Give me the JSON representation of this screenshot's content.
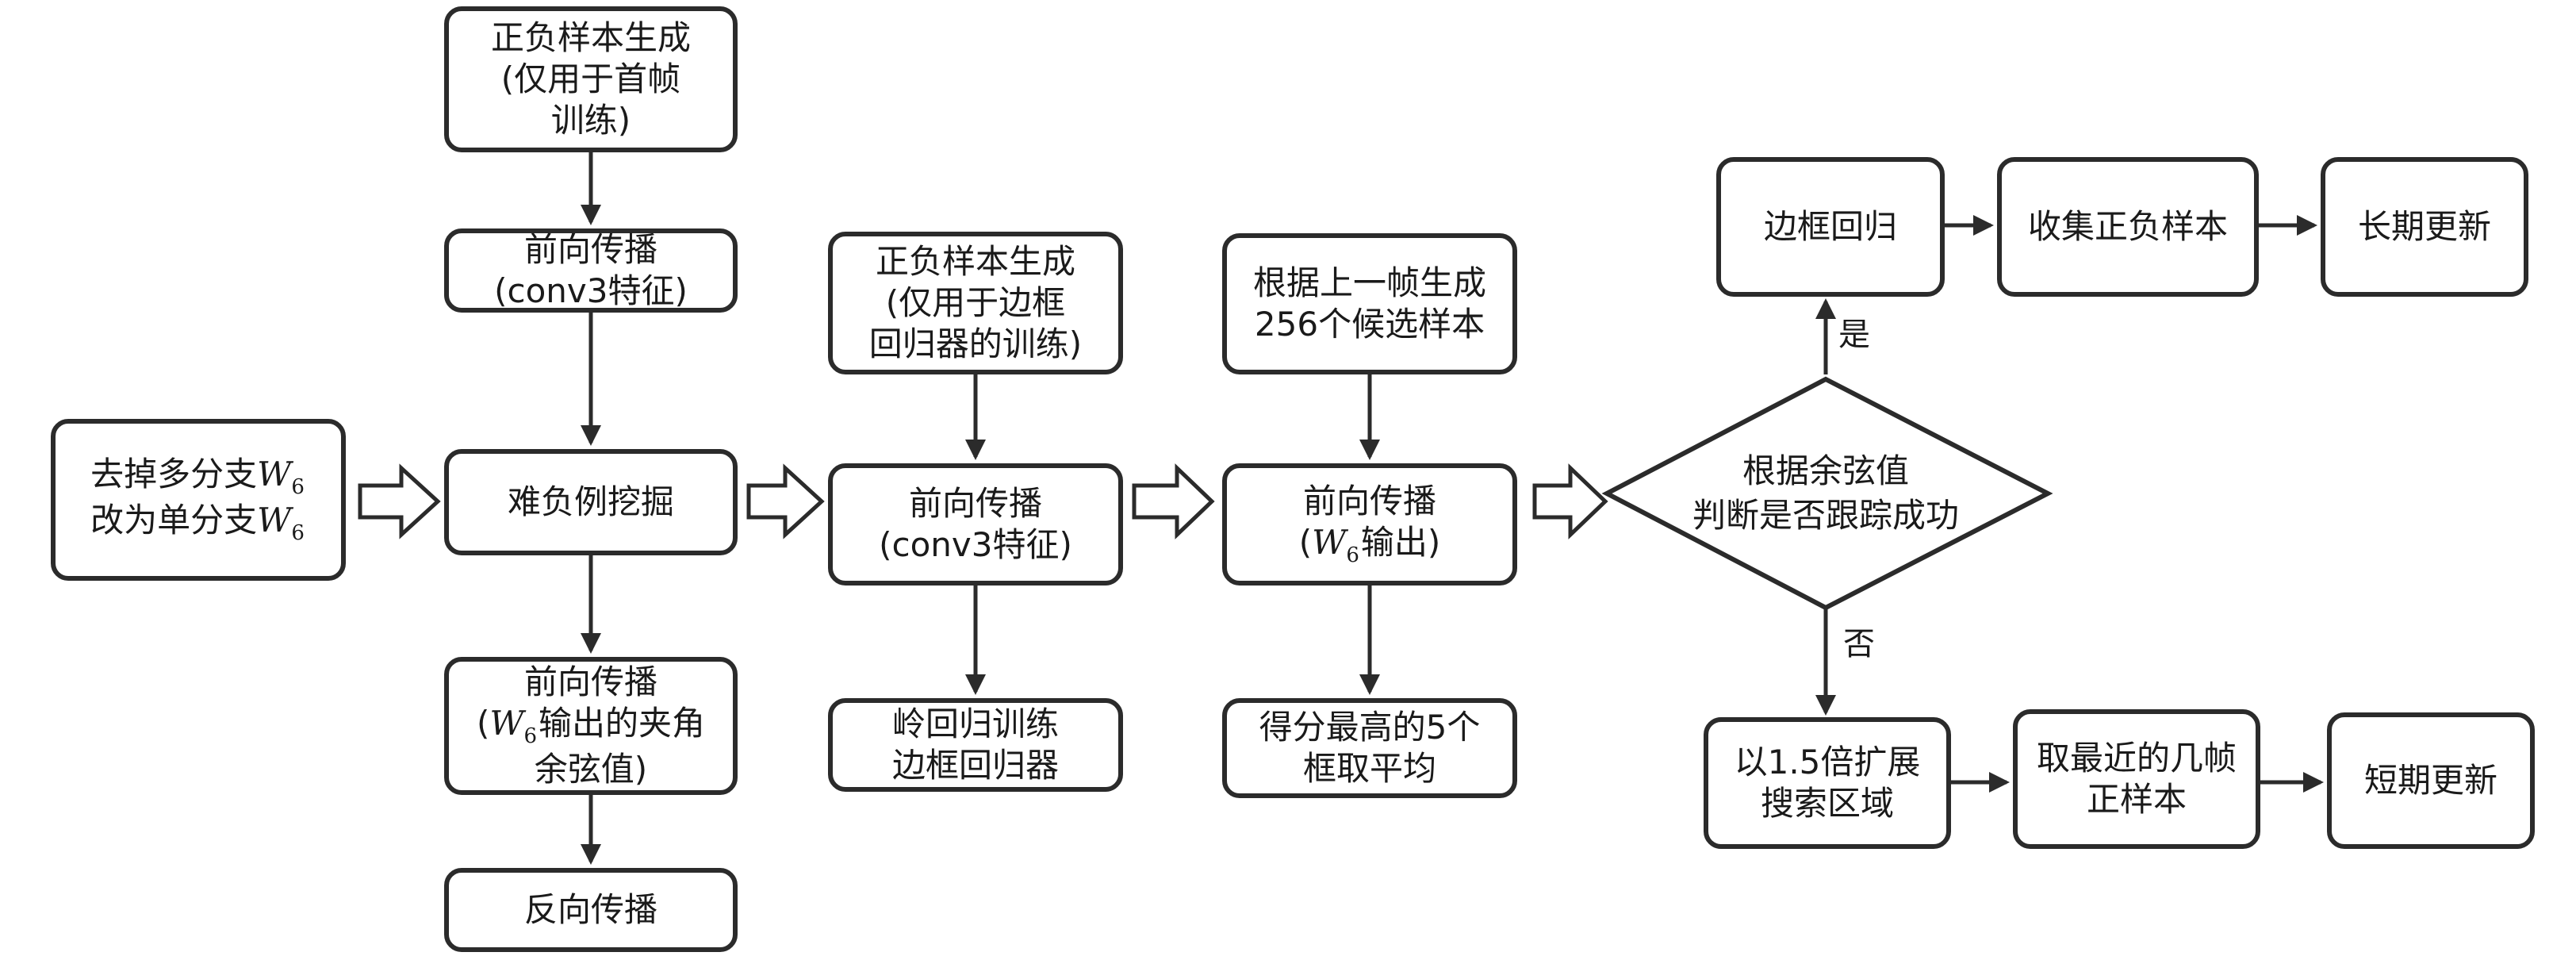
{
  "nodes": {
    "pos_neg_first": [
      "正负样本生成",
      "(仅用于首帧",
      "训练)"
    ],
    "forward_conv3_a": [
      "前向传播",
      "(conv3特征)"
    ],
    "remove_branch": [
      [
        "去掉多分支",
        "W",
        "6"
      ],
      [
        "改为单分支",
        "W",
        "6"
      ]
    ],
    "hard_negative": [
      "难负例挖掘"
    ],
    "forward_w6_cos": [
      [
        "前向传播"
      ],
      [
        "(",
        "W",
        "6",
        "输出的夹角"
      ],
      [
        "余弦值)"
      ]
    ],
    "backprop": [
      "反向传播"
    ],
    "pos_neg_bbox": [
      "正负样本生成",
      "(仅用于边框",
      "回归器的训练)"
    ],
    "forward_conv3_b": [
      "前向传播",
      "(conv3特征)"
    ],
    "ridge_regression": [
      "岭回归训练",
      "边框回归器"
    ],
    "candidates": [
      "根据上一帧生成",
      "256个候选样本"
    ],
    "forward_w6_out": [
      [
        "前向传播"
      ],
      [
        "(",
        "W",
        "6",
        "输出)"
      ]
    ],
    "top5_average": [
      "得分最高的5个",
      "框取平均"
    ],
    "decision": [
      "根据余弦值",
      "判断是否跟踪成功"
    ],
    "bbox_regression": [
      "边框回归"
    ],
    "collect_samples": [
      "收集正负样本"
    ],
    "long_term_update": [
      "长期更新"
    ],
    "expand_search": [
      "以1.5倍扩展",
      "搜索区域"
    ],
    "recent_frames": [
      "取最近的几帧",
      "正样本"
    ],
    "short_term_update": [
      "短期更新"
    ]
  },
  "edge_labels": {
    "yes": "是",
    "no": "否"
  },
  "colors": {
    "stroke": "#2b2b2b",
    "fill": "#ffffff",
    "text": "#1a1a1a"
  }
}
